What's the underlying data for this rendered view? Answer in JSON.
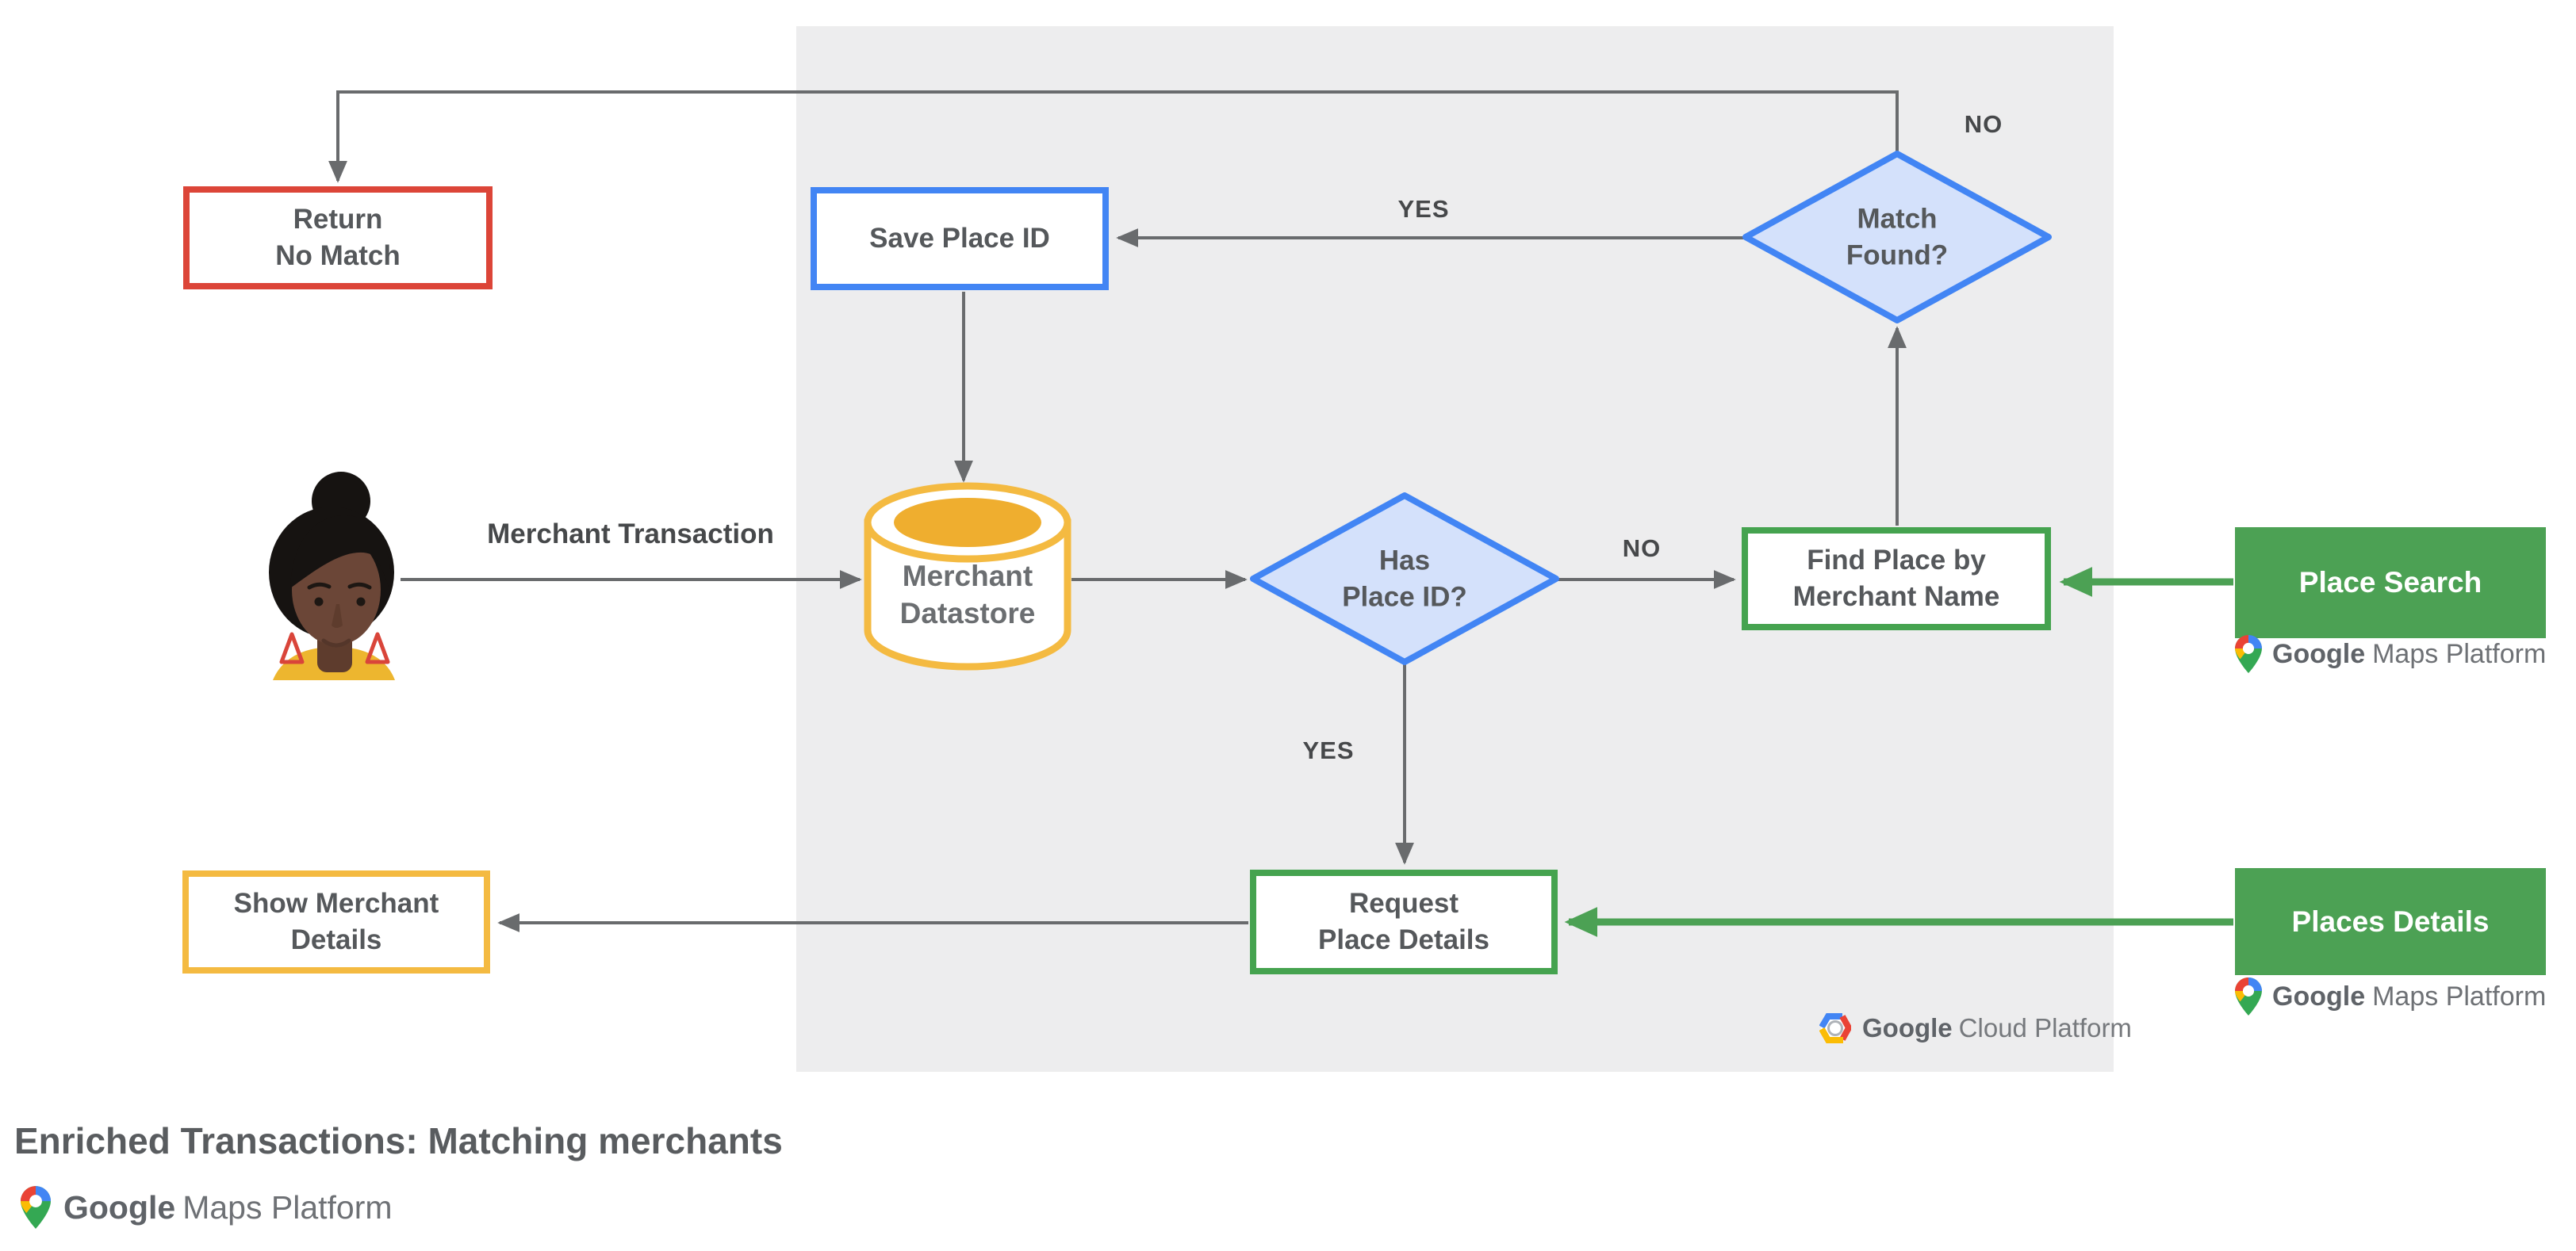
{
  "title": "Enriched Transactions: Matching merchants",
  "nodes": {
    "return_no_match": {
      "line1": "Return",
      "line2": "No Match"
    },
    "save_place_id": {
      "label": "Save Place ID"
    },
    "match_found": {
      "line1": "Match",
      "line2": "Found?"
    },
    "merchant_datastore": {
      "line1": "Merchant",
      "line2": "Datastore"
    },
    "has_place_id": {
      "line1": "Has",
      "line2": "Place ID?"
    },
    "find_place_by_merchant_name": {
      "line1": "Find Place by",
      "line2": "Merchant Name"
    },
    "request_place_details": {
      "line1": "Request",
      "line2": "Place Details"
    },
    "show_merchant_details": {
      "line1": "Show Merchant",
      "line2": "Details"
    },
    "place_search": {
      "label": "Place Search"
    },
    "places_details": {
      "label": "Places Details"
    }
  },
  "edge_labels": {
    "match_found_no": "NO",
    "match_found_yes": "YES",
    "has_place_id_no": "NO",
    "has_place_id_yes": "YES"
  },
  "actor": {
    "label": "Merchant Transaction"
  },
  "logos": {
    "google_cloud_platform": {
      "google": "Google",
      "product": "Cloud Platform"
    },
    "gmp_place_search": {
      "google": "Google",
      "product": "Maps Platform"
    },
    "gmp_places_details": {
      "google": "Google",
      "product": "Maps Platform"
    },
    "gmp_footer": {
      "google": "Google",
      "product": "Maps Platform"
    }
  },
  "colors": {
    "google_blue": "#4285F4",
    "diamond_fill": "#D4E1FB",
    "google_red": "#DC4538",
    "yellow": "#F4BA41",
    "cylinder_top": "#EFAE2F",
    "green_fill": "#4CA154",
    "green_border": "#45A34F",
    "arrow_gray": "#696B6D",
    "panel_gray": "#EDEDEE",
    "node_text": "#55585B"
  }
}
